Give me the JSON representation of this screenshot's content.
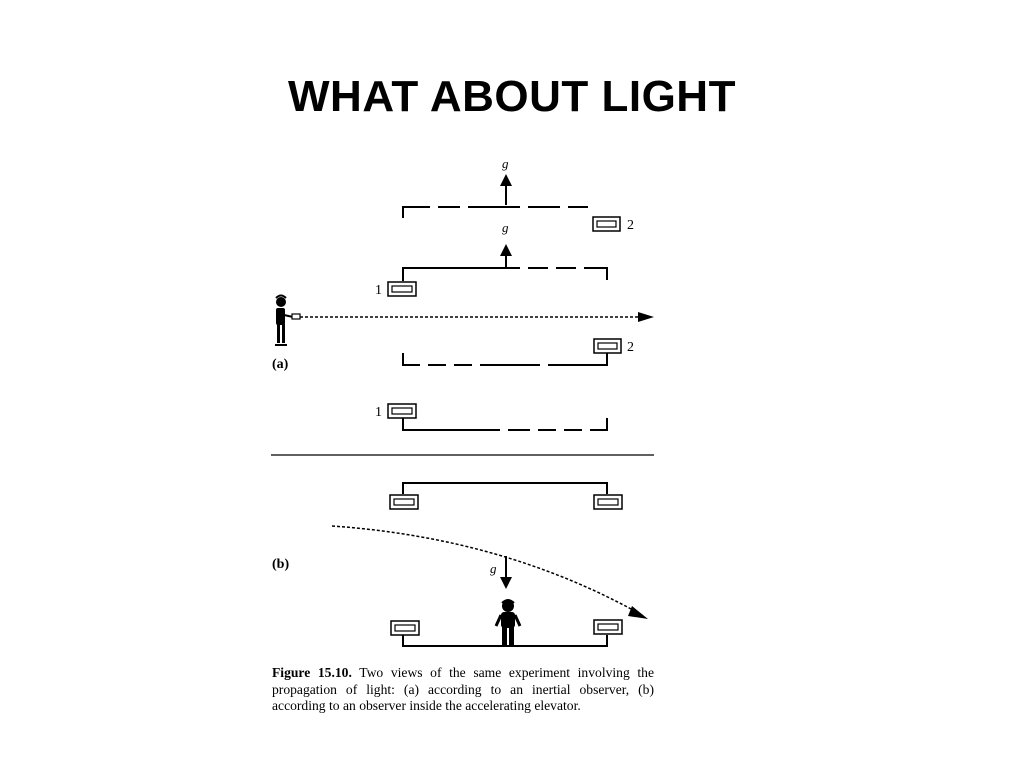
{
  "slide": {
    "title": "WHAT ABOUT LIGHT"
  },
  "figure": {
    "g_label": "g",
    "mirror_1_label": "1",
    "mirror_2_label": "2",
    "panel_a_label": "(a)",
    "panel_b_label": "(b)",
    "caption_number": "Figure 15.10.",
    "caption_text": "Two views of the same experiment involving the propagation of light: (a) according to an inertial observer, (b) according to an observer inside the accelerating elevator."
  },
  "colors": {
    "ink": "#000000",
    "background": "#ffffff"
  }
}
